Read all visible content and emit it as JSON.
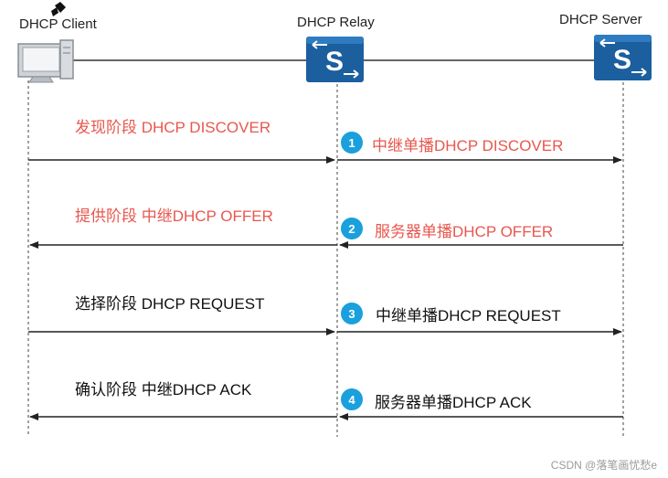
{
  "entities": {
    "client": "DHCP Client",
    "relay": "DHCP Relay",
    "server": "DHCP Server"
  },
  "phases": [
    {
      "num": "1",
      "left_label": "发现阶段 DHCP DISCOVER",
      "right_label": "中继单播DHCP DISCOVER",
      "color": "red",
      "direction": "right"
    },
    {
      "num": "2",
      "left_label": "提供阶段  中继DHCP OFFER",
      "right_label": "服务器单播DHCP OFFER",
      "color": "red",
      "direction": "left"
    },
    {
      "num": "3",
      "left_label": "选择阶段 DHCP REQUEST",
      "right_label": "中继单播DHCP REQUEST",
      "color": "black",
      "direction": "right"
    },
    {
      "num": "4",
      "left_label": "确认阶段 中继DHCP ACK",
      "right_label": "服务器单播DHCP ACK",
      "color": "black",
      "direction": "left"
    }
  ],
  "watermark": "CSDN @落笔画忧愁e",
  "colors": {
    "switch": "#1b5f9e",
    "badge": "#1aa0dc",
    "red_text": "#e8574e"
  }
}
